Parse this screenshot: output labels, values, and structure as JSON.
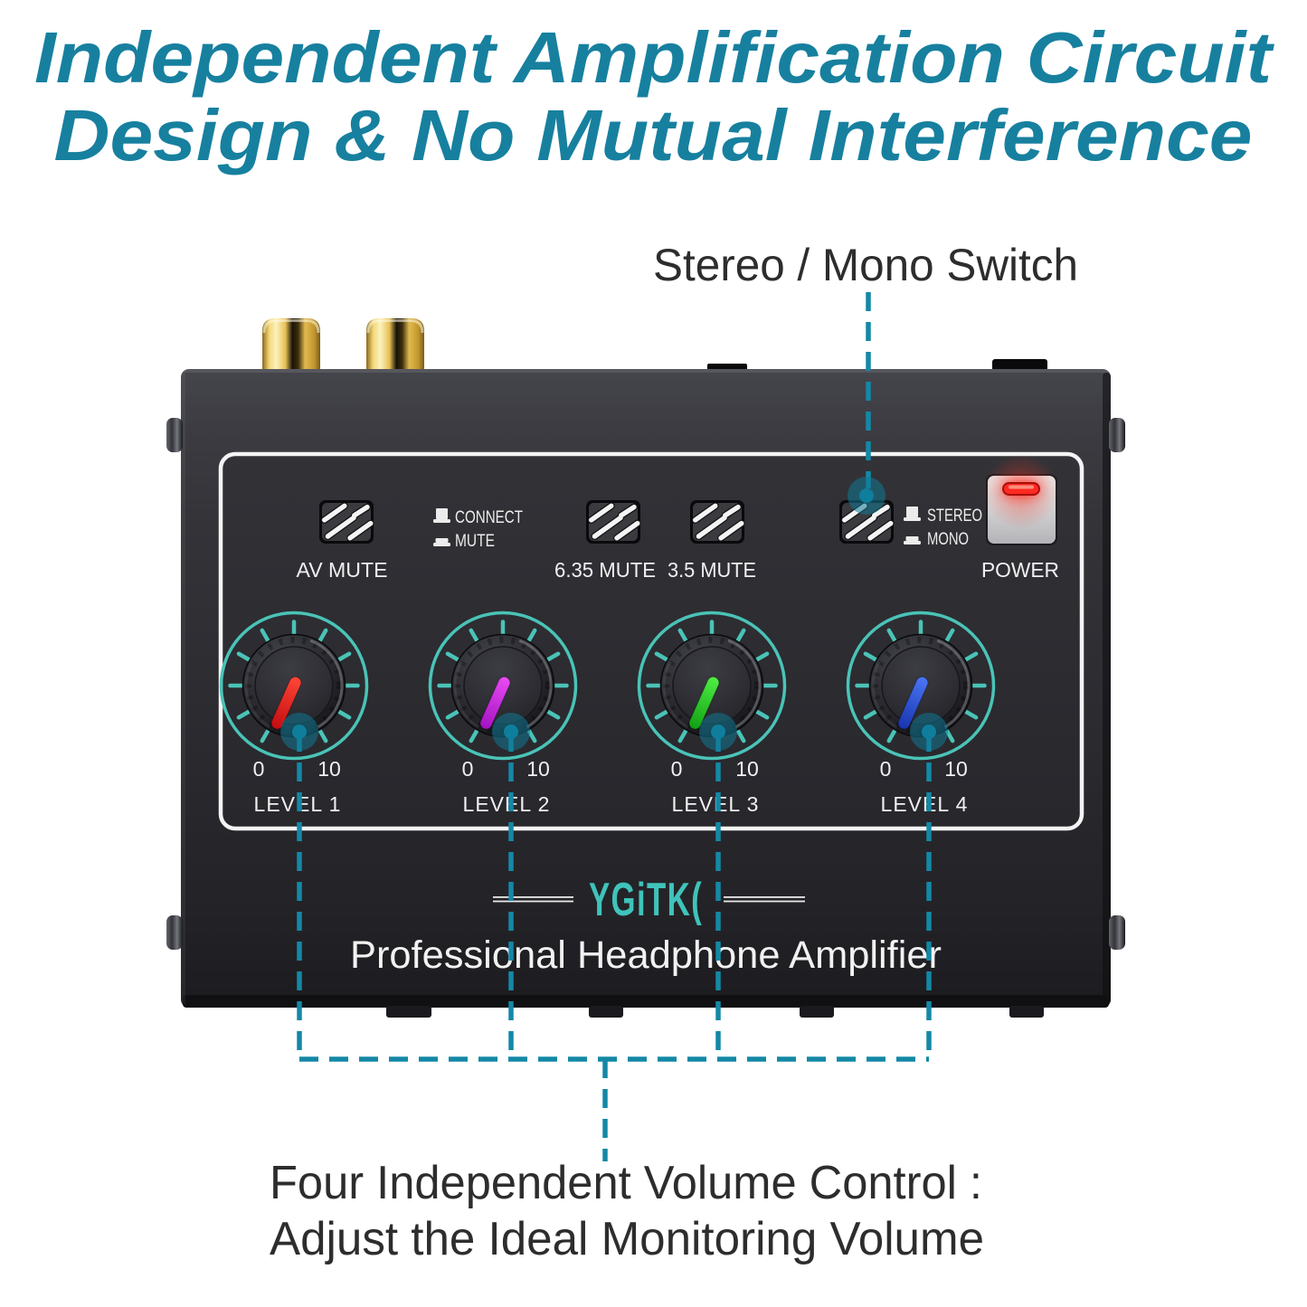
{
  "page": {
    "background": "#ffffff"
  },
  "title": {
    "line1": "Independent Amplification Circuit",
    "line2": "Design & No Mutual Interference",
    "color": "#17809f"
  },
  "callouts": {
    "stereo_mono": "Stereo / Mono Switch",
    "volume_line1": "Four Independent Volume Control :",
    "volume_line2": "Adjust the Ideal Monitoring Volume",
    "text_color": "#2d2d2d",
    "dash_color": "#1488a6"
  },
  "device": {
    "body_color": "#2e2e33",
    "panel_border_color": "#f4f4f4",
    "accent_ring_color": "#4ac3b7",
    "labels": {
      "av_mute": "AV MUTE",
      "mute_635": "6.35 MUTE",
      "mute_35": "3.5 MUTE",
      "power": "POWER",
      "connect": "CONNECT",
      "mute": "MUTE",
      "stereo": "STEREO",
      "mono": "MONO"
    },
    "power_led_color": "#ff2a22",
    "knobs": [
      {
        "label": "LEVEL 1",
        "min": "0",
        "max": "10",
        "pointer_top": "#ff4637",
        "pointer_bottom": "#c30c10"
      },
      {
        "label": "LEVEL 2",
        "min": "0",
        "max": "10",
        "pointer_top": "#e94cf2",
        "pointer_bottom": "#a312c2"
      },
      {
        "label": "LEVEL 3",
        "min": "0",
        "max": "10",
        "pointer_top": "#4fee44",
        "pointer_bottom": "#12a015"
      },
      {
        "label": "LEVEL 4",
        "min": "0",
        "max": "10",
        "pointer_top": "#4a76f5",
        "pointer_bottom": "#1834ae"
      }
    ],
    "brand": "YGiTK(",
    "tagline": "Professional Headphone Amplifier"
  }
}
